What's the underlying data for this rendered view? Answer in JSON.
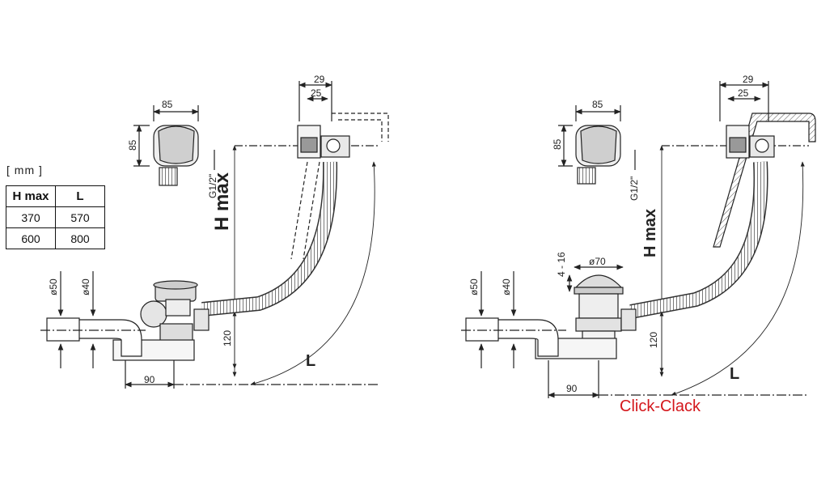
{
  "units": "[ mm ]",
  "table": {
    "headers": [
      "H max",
      "L"
    ],
    "rows": [
      [
        "370",
        "570"
      ],
      [
        "600",
        "800"
      ]
    ]
  },
  "left": {
    "top_width": "85",
    "top_height": "85",
    "thread": "G1/2\"",
    "dim_29": "29",
    "dim_25": "25",
    "hmax": "H max",
    "d50": "ø50",
    "d40": "ø40",
    "h120": "120",
    "w90": "90",
    "length": "L"
  },
  "right": {
    "top_width": "85",
    "top_height": "85",
    "thread": "G1/2\"",
    "dim_29": "29",
    "dim_25": "25",
    "hmax": "H max",
    "d50": "ø50",
    "d40": "ø40",
    "d70": "ø70",
    "range": "4 - 16",
    "h120": "120",
    "w90": "90",
    "length": "L"
  },
  "caption": "Click-Clack",
  "colors": {
    "line": "#222222",
    "caption": "#d4171c"
  }
}
